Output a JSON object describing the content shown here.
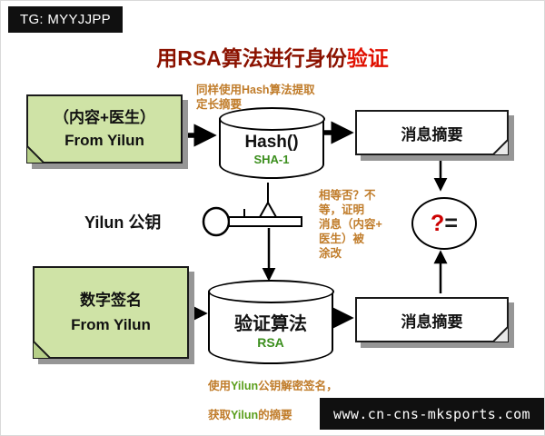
{
  "badge": {
    "text": "TG: MYYJJPP"
  },
  "title": {
    "main": "用RSA算法进行身份",
    "highlight": "验证"
  },
  "notes": {
    "source": {
      "line1": "（内容+医生）",
      "line2": "From Yilun"
    },
    "digest_top": {
      "label": "消息摘要"
    },
    "signature": {
      "line1": "数字签名",
      "line2": "From Yilun"
    },
    "digest_bottom": {
      "label": "消息摘要"
    }
  },
  "processors": {
    "hash": {
      "label": "Hash()",
      "sub": "SHA-1"
    },
    "verify": {
      "label": "验证算法",
      "sub": "RSA"
    }
  },
  "key_label": "Yilun 公钥",
  "compare": {
    "question": "?",
    "equals": "="
  },
  "annotations": {
    "hash_note": "同样使用Hash算法提取\n定长摘要",
    "compare_note": "相等否？不\n等，证明\n消息（内容+\n医生）被\n涂改",
    "verify_note": {
      "p1": "使用",
      "hl1": "Yilun",
      "p2": "公钥解密签名，",
      "p3": "获取",
      "hl2": "Yilun",
      "p4": "的摘要"
    }
  },
  "footer": {
    "url": "www.cn-cns-mksports.com"
  },
  "colors": {
    "note_green": "#cfe3a6",
    "accent_green": "#3c8f1e",
    "title_dark": "#8b1200",
    "title_red": "#e01000",
    "annotation_orange": "#c07c2a",
    "question_red": "#cc0000"
  }
}
